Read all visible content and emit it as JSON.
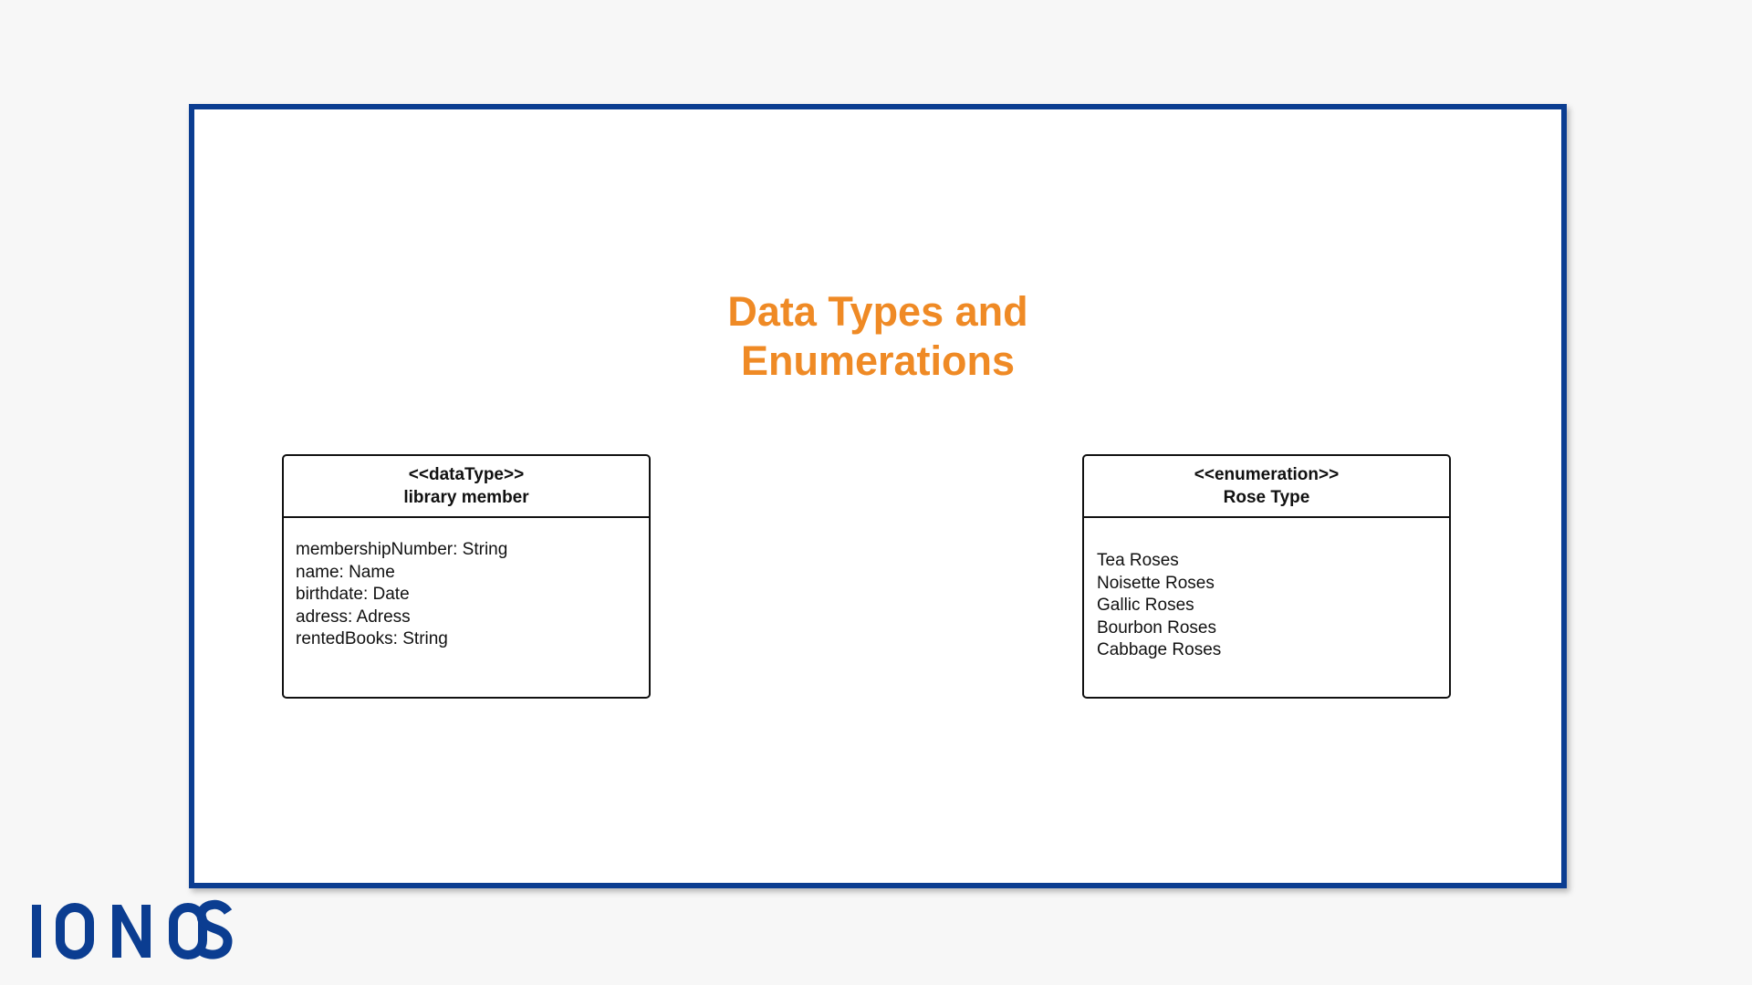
{
  "title": {
    "line1": "Data Types and",
    "line2": "Enumerations"
  },
  "datatype_box": {
    "stereotype": "<<dataType>>",
    "name": "library member",
    "attributes": [
      "membershipNumber: String",
      "name: Name",
      "birthdate: Date",
      "adress: Adress",
      "rentedBooks: String"
    ]
  },
  "enumeration_box": {
    "stereotype": "<<enumeration>>",
    "name": "Rose Type",
    "literals": [
      "Tea Roses",
      "Noisette Roses",
      "Gallic Roses",
      "Bourbon Roses",
      "Cabbage Roses"
    ]
  },
  "logo": {
    "text": "IONOS",
    "color": "#0b3d91"
  },
  "colors": {
    "frame_border": "#0b3d91",
    "title": "#ef8a25",
    "background": "#f7f7f7"
  }
}
